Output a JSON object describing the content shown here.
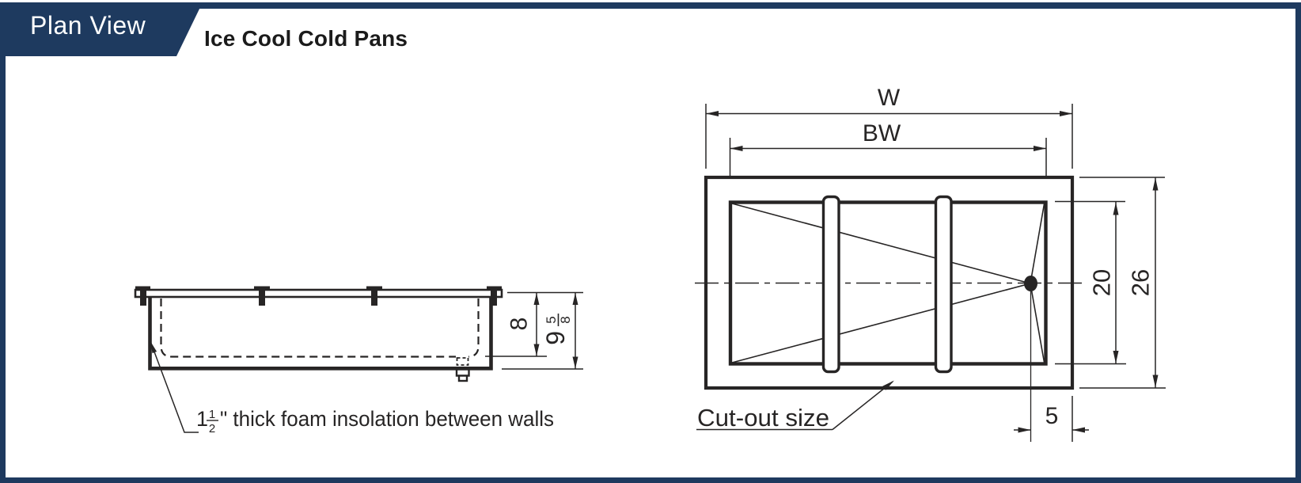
{
  "header": {
    "tab": "Plan View",
    "title": "Ice Cool Cold Pans"
  },
  "side_view": {
    "inner_depth": "8",
    "total_depth": {
      "whole": "9",
      "numerator": "5",
      "denominator": "8"
    },
    "note": {
      "prefix": "1",
      "numerator": "1",
      "denominator": "2",
      "suffix": "\" thick foam insolation between walls"
    }
  },
  "plan_view": {
    "width_label": "W",
    "bowl_width_label": "BW",
    "inner_height": "20",
    "overall_height": "26",
    "drain_offset": "5",
    "cutout_label": "Cut-out size"
  },
  "colors": {
    "navy": "#1e3a5f",
    "ink": "#272525"
  }
}
